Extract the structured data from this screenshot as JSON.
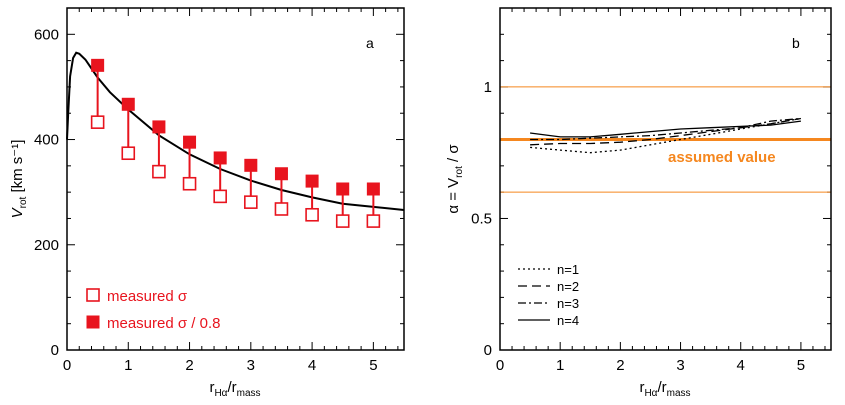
{
  "colors": {
    "red": "#e8141e",
    "orange": "#f5871f",
    "black": "#000000"
  },
  "chart_data": [
    {
      "type": "scatter",
      "panel_label": "a",
      "xlabel_main": "r",
      "xlabel_sub1": "Hα",
      "xlabel_sep": "/r",
      "xlabel_sub2": "mass",
      "ylabel_main": "V",
      "ylabel_sub": "rot",
      "ylabel_unit": " [km s⁻¹]",
      "xlim": [
        0,
        5.5
      ],
      "ylim": [
        0,
        650
      ],
      "xticks": [
        "0",
        "1",
        "2",
        "3",
        "4",
        "5"
      ],
      "yticks": [
        "0",
        "200",
        "400",
        "600"
      ],
      "x": [
        0.5,
        1.0,
        1.5,
        2.0,
        2.5,
        3.0,
        3.5,
        4.0,
        4.5,
        5.0
      ],
      "series": [
        {
          "name": "measured σ",
          "marker": "open-square",
          "values": [
            433,
            374,
            339,
            316,
            292,
            281,
            268,
            257,
            245,
            245
          ]
        },
        {
          "name": "measured σ / 0.8",
          "marker": "filled-square",
          "values": [
            541,
            467,
            424,
            395,
            365,
            351,
            335,
            321,
            306,
            306
          ]
        }
      ],
      "curve": {
        "x": [
          0.0,
          0.02,
          0.05,
          0.1,
          0.15,
          0.2,
          0.3,
          0.4,
          0.5,
          0.7,
          1.0,
          1.5,
          2.0,
          2.5,
          3.0,
          3.5,
          4.0,
          4.5,
          5.0,
          5.5
        ],
        "y": [
          400,
          450,
          520,
          555,
          565,
          563,
          552,
          535,
          518,
          490,
          457,
          408,
          372,
          344,
          322,
          304,
          290,
          278,
          272,
          266
        ]
      }
    },
    {
      "type": "line",
      "panel_label": "b",
      "ylabel": "α = V",
      "ylabel_sub": "rot",
      "ylabel_tail": " / σ",
      "xlabel_main": "r",
      "xlabel_sub1": "Hα",
      "xlabel_sep": "/r",
      "xlabel_sub2": "mass",
      "xlim": [
        0,
        5.5
      ],
      "ylim": [
        0,
        1.3
      ],
      "xticks": [
        "0",
        "1",
        "2",
        "3",
        "4",
        "5"
      ],
      "yticks": [
        "0",
        "0.5",
        "1"
      ],
      "annotation": "assumed value",
      "reference_lines": [
        {
          "y": 0.8,
          "style": "thick"
        },
        {
          "y": 0.6,
          "style": "thin"
        },
        {
          "y": 1.0,
          "style": "thin"
        }
      ],
      "series": [
        {
          "name": "n=1",
          "dash": "2,3",
          "x": [
            0.5,
            1.0,
            1.5,
            2.0,
            2.5,
            3.0,
            3.5,
            4.0,
            4.5,
            5.0
          ],
          "y": [
            0.77,
            0.76,
            0.75,
            0.76,
            0.78,
            0.8,
            0.82,
            0.84,
            0.86,
            0.88
          ]
        },
        {
          "name": "n=2",
          "dash": "9,5",
          "x": [
            0.5,
            1.0,
            1.5,
            2.0,
            2.5,
            3.0,
            3.5,
            4.0,
            4.5,
            5.0
          ],
          "y": [
            0.78,
            0.785,
            0.785,
            0.79,
            0.8,
            0.815,
            0.83,
            0.845,
            0.86,
            0.88
          ]
        },
        {
          "name": "n=3",
          "dash": "8,3,2,3",
          "x": [
            0.5,
            1.0,
            1.5,
            2.0,
            2.5,
            3.0,
            3.5,
            4.0,
            4.5,
            5.0
          ],
          "y": [
            0.8,
            0.8,
            0.805,
            0.81,
            0.815,
            0.825,
            0.835,
            0.845,
            0.87,
            0.88
          ]
        },
        {
          "name": "n=4",
          "dash": "",
          "x": [
            0.5,
            1.0,
            1.5,
            2.0,
            2.5,
            3.0,
            3.5,
            4.0,
            4.5,
            5.0
          ],
          "y": [
            0.825,
            0.81,
            0.81,
            0.82,
            0.83,
            0.84,
            0.845,
            0.85,
            0.855,
            0.87
          ]
        }
      ]
    }
  ]
}
